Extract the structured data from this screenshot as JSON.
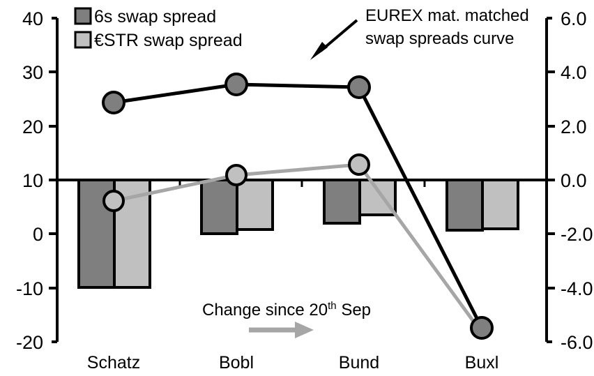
{
  "chart_data": {
    "type": "bar",
    "title": "",
    "subtitle": "",
    "xlabel": "",
    "ylabel": "",
    "categories": [
      "Schatz",
      "Bobl",
      "Bund",
      "Buxl"
    ],
    "grid": false,
    "legend_position": "top-left",
    "left_axis": {
      "label": "",
      "ylim": [
        -20,
        40
      ],
      "ticks": [
        -20,
        -10,
        0,
        10,
        20,
        30,
        40
      ],
      "tick_labels": [
        "-20",
        "-10",
        "0",
        "10",
        "20",
        "30",
        "40"
      ]
    },
    "right_axis": {
      "label": "",
      "ylim": [
        -6.0,
        6.0
      ],
      "ticks": [
        -6.0,
        -4.0,
        -2.0,
        0.0,
        2.0,
        4.0,
        6.0
      ],
      "tick_labels": [
        "-6.0",
        "-4.0",
        "-2.0",
        "0.0",
        "2.0",
        "4.0",
        "6.0"
      ]
    },
    "series": [
      {
        "name": "6s swap spread",
        "type": "bar",
        "axis": "right",
        "color": "#7f7f7f",
        "values": [
          -4.05,
          -1.97,
          -1.58,
          -1.84
        ]
      },
      {
        "name": "€STR swap spread",
        "type": "bar",
        "axis": "right",
        "color": "#c0c0c0",
        "values": [
          -4.06,
          -1.83,
          -1.29,
          -1.8
        ]
      },
      {
        "name": "EUREX mat. matched swap spreads curve",
        "type": "line",
        "axis": "left",
        "color": "#000000",
        "marker_fill": "#7f7f7f",
        "values": [
          24.5,
          28.0,
          27.4,
          -18.1
        ]
      },
      {
        "name": "Change since 20th Sep",
        "type": "line",
        "axis": "left",
        "color": "#a6a6a6",
        "marker_fill": "#c0c0c0",
        "values": [
          6.1,
          10.5,
          12.8,
          -19.0
        ]
      }
    ],
    "annotations": [
      {
        "id": "curve-callout",
        "line1": "EUREX mat. matched",
        "line2": "swap spreads curve",
        "arrow": "down-left",
        "color": "#000000"
      },
      {
        "id": "change-callout",
        "text_before": "Change since 20",
        "text_sup": "th",
        "text_after": " Sep",
        "arrow": "right",
        "arrow_color": "#a6a6a6",
        "color": "#000000"
      }
    ]
  },
  "legend": {
    "items": [
      {
        "label": "6s swap spread",
        "color": "#7f7f7f"
      },
      {
        "label": "€STR swap spread",
        "color": "#c0c0c0"
      }
    ]
  },
  "left_ticks": {
    "t0": "40",
    "t1": "30",
    "t2": "20",
    "t3": "10",
    "t4": "0",
    "t5": "-10",
    "t6": "-20"
  },
  "right_ticks": {
    "t0": "6.0",
    "t1": "4.0",
    "t2": "2.0",
    "t3": "0.0",
    "t4": "-2.0",
    "t5": "-4.0",
    "t6": "-6.0"
  },
  "categories": {
    "c0": "Schatz",
    "c1": "Bobl",
    "c2": "Bund",
    "c3": "Buxl"
  },
  "annotations": {
    "curve_line1": "EUREX mat. matched",
    "curve_line2": "swap spreads curve",
    "change_before": "Change since 20",
    "change_sup": "th",
    "change_after": " Sep"
  },
  "colors": {
    "dark_gray": "#7f7f7f",
    "light_gray": "#c0c0c0",
    "line_black": "#000000",
    "line_gray": "#a6a6a6",
    "axis": "#000000"
  }
}
